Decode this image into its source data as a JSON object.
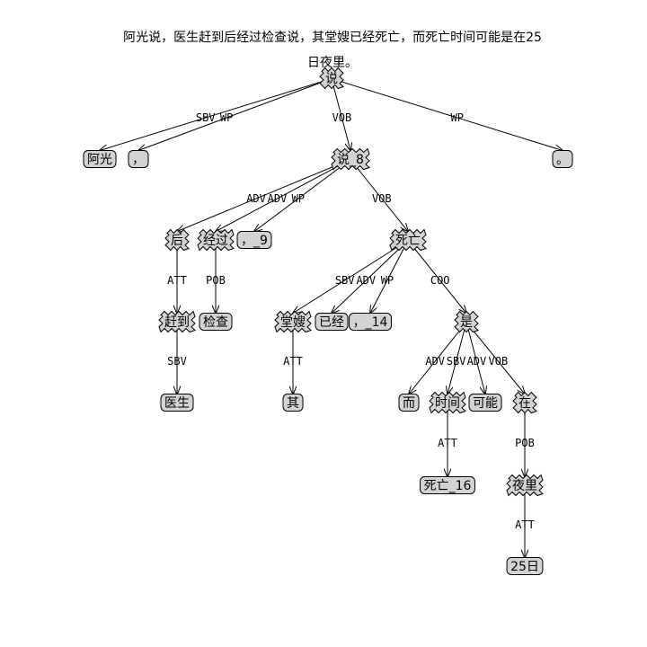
{
  "title": {
    "line1": "阿光说，医生赶到后经过检查说，其堂嫂已经死亡，而死亡时间可能是在25",
    "line2": "日夜里。"
  },
  "nodes": [
    {
      "id": "n_shuo",
      "label": "说",
      "shape": "zigzag"
    },
    {
      "id": "n_aguang",
      "label": "阿光",
      "shape": "round"
    },
    {
      "id": "n_comma1",
      "label": "，",
      "shape": "round"
    },
    {
      "id": "n_shuo8",
      "label": "说_8",
      "shape": "zigzag"
    },
    {
      "id": "n_period",
      "label": "。",
      "shape": "round"
    },
    {
      "id": "n_hou",
      "label": "后",
      "shape": "zigzag"
    },
    {
      "id": "n_jingguo",
      "label": "经过",
      "shape": "zigzag"
    },
    {
      "id": "n_comma9",
      "label": "，_9",
      "shape": "round"
    },
    {
      "id": "n_siwang",
      "label": "死亡",
      "shape": "zigzag"
    },
    {
      "id": "n_gandao",
      "label": "赶到",
      "shape": "zigzag"
    },
    {
      "id": "n_jiancha",
      "label": "检查",
      "shape": "round"
    },
    {
      "id": "n_tangsao",
      "label": "堂嫂",
      "shape": "zigzag"
    },
    {
      "id": "n_yijing",
      "label": "已经",
      "shape": "round"
    },
    {
      "id": "n_comma14",
      "label": "，_14",
      "shape": "round"
    },
    {
      "id": "n_shi",
      "label": "是",
      "shape": "zigzag"
    },
    {
      "id": "n_yisheng",
      "label": "医生",
      "shape": "round"
    },
    {
      "id": "n_qi",
      "label": "其",
      "shape": "round"
    },
    {
      "id": "n_er",
      "label": "而",
      "shape": "round"
    },
    {
      "id": "n_shijian",
      "label": "时间",
      "shape": "zigzag"
    },
    {
      "id": "n_keneng",
      "label": "可能",
      "shape": "round"
    },
    {
      "id": "n_zai",
      "label": "在",
      "shape": "zigzag"
    },
    {
      "id": "n_siwang16",
      "label": "死亡_16",
      "shape": "round"
    },
    {
      "id": "n_yeli",
      "label": "夜里",
      "shape": "zigzag"
    },
    {
      "id": "n_25ri",
      "label": "25日",
      "shape": "round"
    }
  ],
  "edges": [
    {
      "from": "n_shuo",
      "to": "n_aguang",
      "label": "SBV"
    },
    {
      "from": "n_shuo",
      "to": "n_comma1",
      "label": "WP"
    },
    {
      "from": "n_shuo",
      "to": "n_shuo8",
      "label": "VOB"
    },
    {
      "from": "n_shuo",
      "to": "n_period",
      "label": "WP"
    },
    {
      "from": "n_shuo8",
      "to": "n_hou",
      "label": "ADV"
    },
    {
      "from": "n_shuo8",
      "to": "n_jingguo",
      "label": "ADV"
    },
    {
      "from": "n_shuo8",
      "to": "n_comma9",
      "label": "WP"
    },
    {
      "from": "n_shuo8",
      "to": "n_siwang",
      "label": "VOB"
    },
    {
      "from": "n_hou",
      "to": "n_gandao",
      "label": "ATT"
    },
    {
      "from": "n_jingguo",
      "to": "n_jiancha",
      "label": "POB"
    },
    {
      "from": "n_gandao",
      "to": "n_yisheng",
      "label": "SBV"
    },
    {
      "from": "n_siwang",
      "to": "n_tangsao",
      "label": "SBV"
    },
    {
      "from": "n_siwang",
      "to": "n_yijing",
      "label": "ADV"
    },
    {
      "from": "n_siwang",
      "to": "n_comma14",
      "label": "WP"
    },
    {
      "from": "n_siwang",
      "to": "n_shi",
      "label": "COO"
    },
    {
      "from": "n_tangsao",
      "to": "n_qi",
      "label": "ATT"
    },
    {
      "from": "n_shi",
      "to": "n_er",
      "label": "ADV"
    },
    {
      "from": "n_shi",
      "to": "n_shijian",
      "label": "SBV"
    },
    {
      "from": "n_shi",
      "to": "n_keneng",
      "label": "ADV"
    },
    {
      "from": "n_shi",
      "to": "n_zai",
      "label": "VOB"
    },
    {
      "from": "n_shijian",
      "to": "n_siwang16",
      "label": "ATT"
    },
    {
      "from": "n_zai",
      "to": "n_yeli",
      "label": "POB"
    },
    {
      "from": "n_yeli",
      "to": "n_25ri",
      "label": "ATT"
    }
  ],
  "colors": {
    "node_fill": "#d3d3d3",
    "stroke": "#000000",
    "text": "#000000",
    "background": "#ffffff"
  }
}
